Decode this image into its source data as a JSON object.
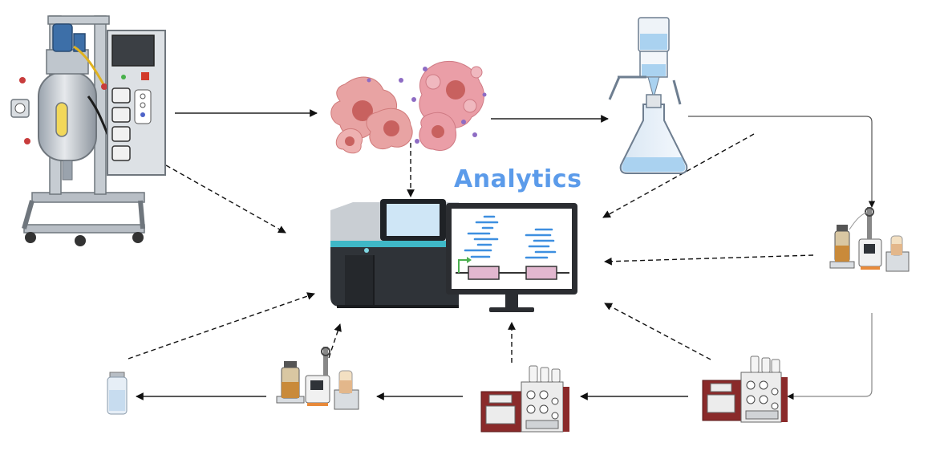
{
  "diagram": {
    "title": "Analytics",
    "title_color": "#5b9bea",
    "nodes": [
      {
        "id": "bioreactor",
        "icon": "bioreactor-icon"
      },
      {
        "id": "cells",
        "icon": "cell-culture-icon"
      },
      {
        "id": "filtration",
        "icon": "vacuum-filtration-flask-icon"
      },
      {
        "id": "chromatography-small-1",
        "icon": "chromatography-system-icon"
      },
      {
        "id": "chromatography-large-1",
        "icon": "hplc-system-icon"
      },
      {
        "id": "chromatography-large-2",
        "icon": "hplc-system-icon"
      },
      {
        "id": "chromatography-small-2",
        "icon": "chromatography-system-icon"
      },
      {
        "id": "vial",
        "icon": "vial-icon"
      },
      {
        "id": "analytics-instrument",
        "icon": "sequencer-instrument-icon"
      },
      {
        "id": "analytics-monitor",
        "icon": "sequence-alignment-monitor-icon"
      }
    ],
    "process_flow": [
      "bioreactor",
      "cells",
      "filtration",
      "chromatography-small-1",
      "chromatography-large-1",
      "chromatography-large-2",
      "chromatography-small-2",
      "vial"
    ],
    "sampling_links": [
      "bioreactor",
      "cells",
      "filtration",
      "chromatography-small-1",
      "chromatography-large-1",
      "chromatography-large-2",
      "chromatography-small-2",
      "vial"
    ]
  }
}
